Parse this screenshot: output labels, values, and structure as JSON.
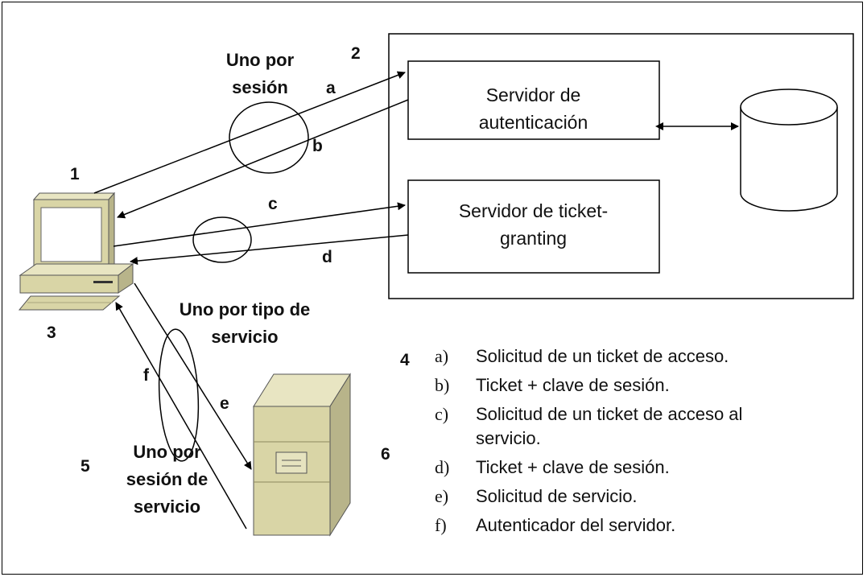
{
  "boxes": {
    "auth_server": "Servidor de autenticación",
    "tgs_server": "Servidor de ticket-granting"
  },
  "groups": {
    "per_session": "Uno por sesión",
    "per_service_type": "Uno por tipo de servicio",
    "per_service_session": "Uno por sesión de servicio"
  },
  "numbers": [
    "1",
    "2",
    "3",
    "4",
    "5",
    "6"
  ],
  "arrows": [
    "a",
    "b",
    "c",
    "d",
    "e",
    "f"
  ],
  "legend": [
    {
      "marker": "a)",
      "text": "Solicitud de un ticket de acceso."
    },
    {
      "marker": "b)",
      "text": "Ticket + clave de sesión."
    },
    {
      "marker": "c)",
      "text": "Solicitud de un ticket de acceso al servicio."
    },
    {
      "marker": "d)",
      "text": "Ticket + clave de sesión."
    },
    {
      "marker": "e)",
      "text": "Solicitud de servicio."
    },
    {
      "marker": "f)",
      "text": "Autenticador del servidor."
    }
  ],
  "icons": [
    "client-computer-icon",
    "server-tower-icon",
    "database-cylinder-icon"
  ],
  "colors": {
    "device_fill": "#d9d5a6",
    "device_shade": "#b8b48a",
    "screen": "#ffffff",
    "line": "#000000"
  }
}
